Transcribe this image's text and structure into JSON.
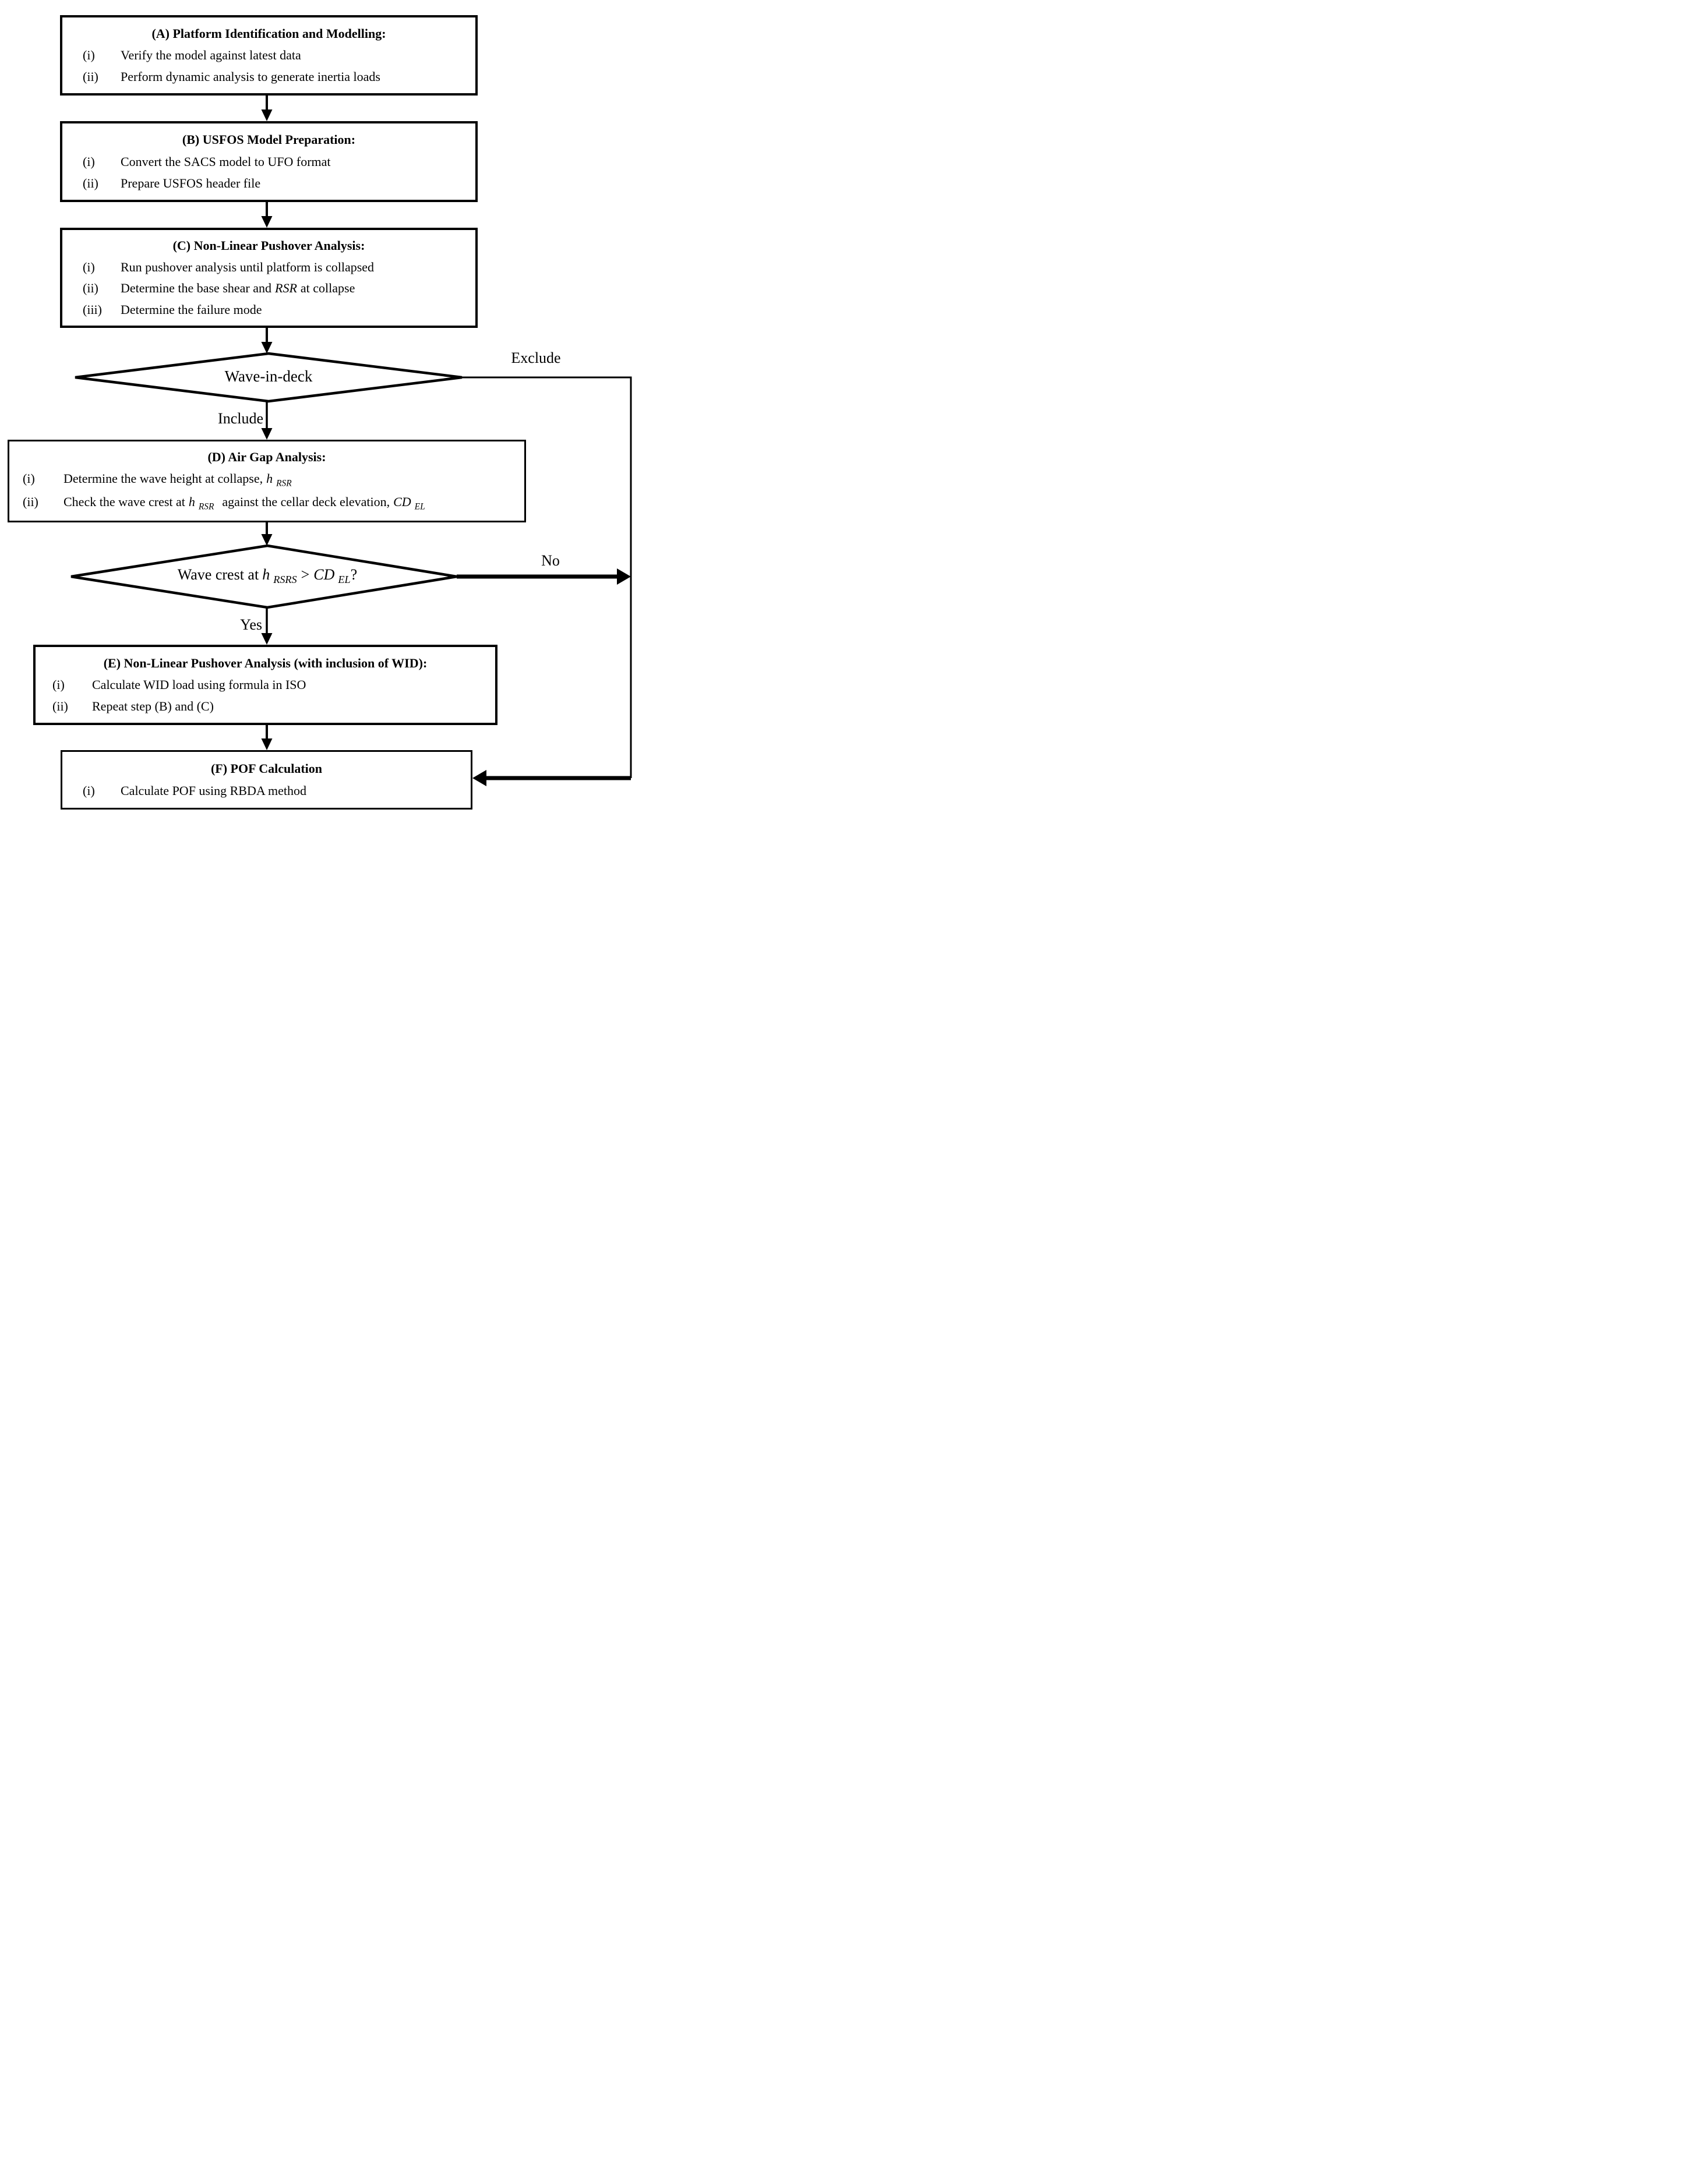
{
  "page": {
    "background": "#ffffff",
    "ink": "#000000"
  },
  "nodes": {
    "a": {
      "title": "(A) Platform Identification and Modelling:",
      "items": [
        {
          "label": "(i)",
          "text": "Verify the model against latest data"
        },
        {
          "label": "(ii)",
          "text": "Perform dynamic analysis to generate inertia loads"
        }
      ]
    },
    "b": {
      "title": "(B) USFOS Model Preparation:",
      "items": [
        {
          "label": "(i)",
          "text": "Convert the SACS model to UFO format"
        },
        {
          "label": "(ii)",
          "text": "Prepare USFOS header file"
        }
      ]
    },
    "c": {
      "title": "(C) Non-Linear Pushover Analysis:",
      "items": [
        {
          "label": "(i)",
          "text": "Run pushover analysis until platform is collapsed"
        },
        {
          "label": "(ii)",
          "pre": "Determine the base shear and",
          "var1": "RSR",
          "post": "at collapse"
        },
        {
          "label": "(iii)",
          "text": "Determine the failure mode"
        }
      ]
    },
    "wave_in_deck_decision": {
      "text": "Wave-in-deck"
    },
    "d": {
      "title": "(D) Air Gap Analysis:",
      "items": [
        {
          "label": "(i)",
          "pre": "Determine the wave height at collapse,",
          "var1": "h",
          "sub1": "RSR"
        },
        {
          "label": "(ii)",
          "pre": "Check the wave crest at",
          "var1": "h",
          "sub1": "RSR",
          "mid": "against the cellar deck elevation,",
          "var2": "CD",
          "sub2": "EL"
        }
      ]
    },
    "wave_crest_decision": {
      "pre": "Wave crest at",
      "var1": "h",
      "sub1": "RSRS",
      "op": ">",
      "var2": "CD",
      "sub2": "EL",
      "q": "?"
    },
    "e": {
      "title": "(E) Non-Linear Pushover Analysis (with inclusion of WID):",
      "items": [
        {
          "label": "(i)",
          "text": "Calculate WID load using formula in ISO"
        },
        {
          "label": "(ii)",
          "text": "Repeat step (B) and (C)"
        }
      ]
    },
    "f": {
      "title": "(F) POF Calculation",
      "items": [
        {
          "label": "(i)",
          "text": "Calculate POF using RBDA method"
        }
      ]
    }
  },
  "edge_labels": {
    "exclude": "Exclude",
    "include": "Include",
    "yes": "Yes",
    "no": "No"
  }
}
